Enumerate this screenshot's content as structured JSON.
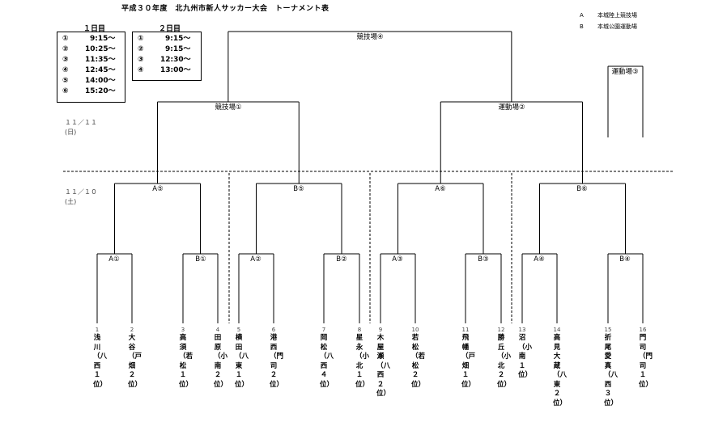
{
  "title": "平成３０年度　北九州市新人サッカー大会　トーナメント表",
  "legend": [
    {
      "code": "A",
      "name": "本城陸上競技場"
    },
    {
      "code": "B",
      "name": "本城公園運動場"
    }
  ],
  "schedule_day1": {
    "heading": "１日目",
    "rows": [
      {
        "num": "①",
        "time": "9:15～"
      },
      {
        "num": "②",
        "time": "10:25～"
      },
      {
        "num": "③",
        "time": "11:35～"
      },
      {
        "num": "④",
        "time": "12:45～"
      },
      {
        "num": "⑤",
        "time": "14:00～"
      },
      {
        "num": "⑥",
        "time": "15:20～"
      }
    ]
  },
  "schedule_day2": {
    "heading": "２日目",
    "rows": [
      {
        "num": "①",
        "time": "9:15～"
      },
      {
        "num": "②",
        "time": "9:15～"
      },
      {
        "num": "③",
        "time": "12:30～"
      },
      {
        "num": "④",
        "time": "13:00～"
      }
    ]
  },
  "dates": [
    {
      "date": "１１／１１",
      "weekday": "(日)"
    },
    {
      "date": "１１／１０",
      "weekday": "(土)"
    }
  ],
  "venues": {
    "final": "競技場④",
    "semi_left": "競技場①",
    "semi_right": "運動場②",
    "third_place": "運動場③",
    "qf": [
      "A⑤",
      "B⑤",
      "A⑥",
      "B⑥"
    ],
    "r1": [
      "A①",
      "B①",
      "A②",
      "B②",
      "A③",
      "B③",
      "A④",
      "B④"
    ]
  },
  "teams": [
    {
      "seed": "1",
      "name": "浅川（八西１位）"
    },
    {
      "seed": "2",
      "name": "大谷（戸畑２位）"
    },
    {
      "seed": "3",
      "name": "高須（若松１位）"
    },
    {
      "seed": "4",
      "name": "田原（小南２位）"
    },
    {
      "seed": "5",
      "name": "横田（八東１位）"
    },
    {
      "seed": "6",
      "name": "港西（門司２位）"
    },
    {
      "seed": "7",
      "name": "岡松（八西４位）"
    },
    {
      "seed": "8",
      "name": "星永（小北１位）"
    },
    {
      "seed": "9",
      "name": "木屋瀬（八西２位）"
    },
    {
      "seed": "10",
      "name": "若松（若松２位）"
    },
    {
      "seed": "11",
      "name": "飛幡（戸畑１位）"
    },
    {
      "seed": "12",
      "name": "勝丘（小北２位）"
    },
    {
      "seed": "13",
      "name": "沼（小南１位）"
    },
    {
      "seed": "14",
      "name": "高見大蔵（八東２位）"
    },
    {
      "seed": "15",
      "name": "折尾愛真（八西３位）"
    },
    {
      "seed": "16",
      "name": "門司（門司１位）"
    }
  ]
}
